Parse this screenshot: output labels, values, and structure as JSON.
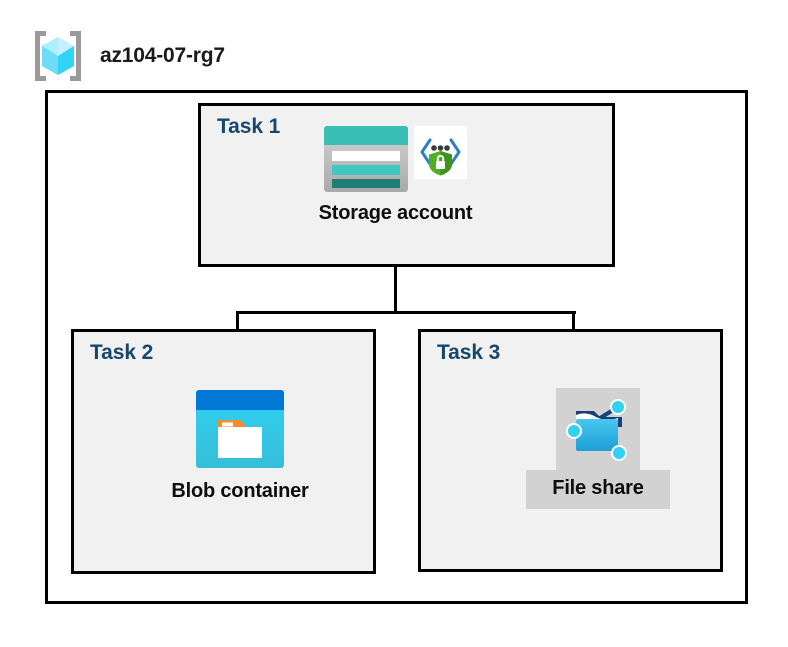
{
  "resource_group": {
    "name": "az104-07-rg7",
    "icon": "resource-group-cube-icon"
  },
  "tasks": [
    {
      "id": "task-1",
      "label": "Task 1",
      "node": {
        "label": "Storage account",
        "icons": [
          "storage-account-icon",
          "private-endpoint-shield-icon"
        ]
      }
    },
    {
      "id": "task-2",
      "label": "Task 2",
      "node": {
        "label": "Blob container",
        "icons": [
          "blob-container-icon"
        ]
      }
    },
    {
      "id": "task-3",
      "label": "Task 3",
      "node": {
        "label": "File share",
        "icons": [
          "file-share-icon"
        ],
        "highlighted": true
      }
    }
  ],
  "colors": {
    "task_label": "#16476f",
    "node_label": "#0d0d0d",
    "box_fill": "#f1f1f1",
    "box_border": "#000000",
    "canvas": "#ffffff",
    "highlight_plate": "#d2d2d2",
    "storage_teal": "#37bfb4",
    "storage_teal_dark": "#1f7e76",
    "blob_blue": "#0078d4",
    "blob_cyan": "#32c8f0",
    "blob_orange": "#f78d28",
    "shield_green": "#4eb124",
    "cube_cyan": "#50e6ff"
  }
}
